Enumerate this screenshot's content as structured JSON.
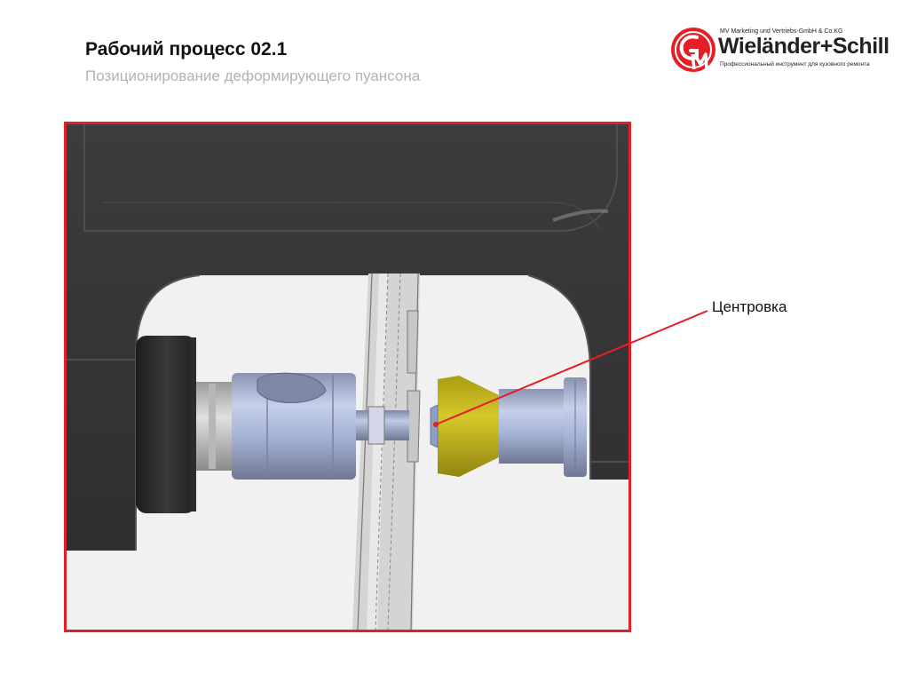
{
  "header": {
    "title": "Рабочий процесс 02.1",
    "subtitle": "Позиционирование деформирующего пуансона"
  },
  "logo": {
    "tagline_top": "MV Marketing und Vertriebs-GmbH & Co.KG",
    "brand": "Wieländer+Schill",
    "tagline_bottom": "Профессиональный инструмент для кузовного ремонта",
    "colors": {
      "accent": "#e41f26",
      "text": "#222222"
    }
  },
  "callout": {
    "label": "Центровка"
  },
  "colors": {
    "frame_border": "#e41f26",
    "callout_line": "#e41f26"
  }
}
